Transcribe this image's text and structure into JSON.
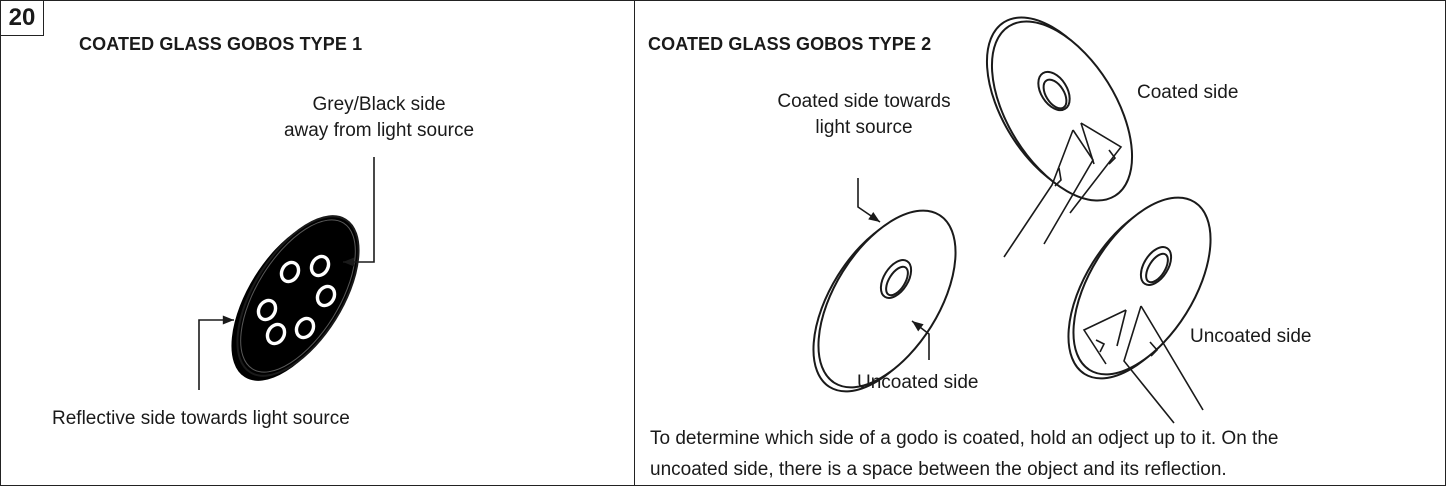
{
  "page_number": "20",
  "type1": {
    "heading": "COATED GLASS GOBOS TYPE 1",
    "label_top_line1": "Grey/Black side",
    "label_top_line2": "away from light source",
    "label_bottom": "Reflective side towards light source"
  },
  "type2": {
    "heading": "COATED GLASS GOBOS TYPE 2",
    "label_coated_towards_line1": "Coated side towards",
    "label_coated_towards_line2": "light source",
    "label_coated_side": "Coated side",
    "label_uncoated_side_a": "Uncoated side",
    "label_uncoated_side_b": "Uncoated side",
    "instruction_line1": "To determine which side of a godo is coated, hold an odject up to it. On the",
    "instruction_line2": "uncoated side, there is a space between the object and its reflection."
  },
  "colors": {
    "line": "#1a1a1a",
    "gobo_fill": "#000000"
  }
}
